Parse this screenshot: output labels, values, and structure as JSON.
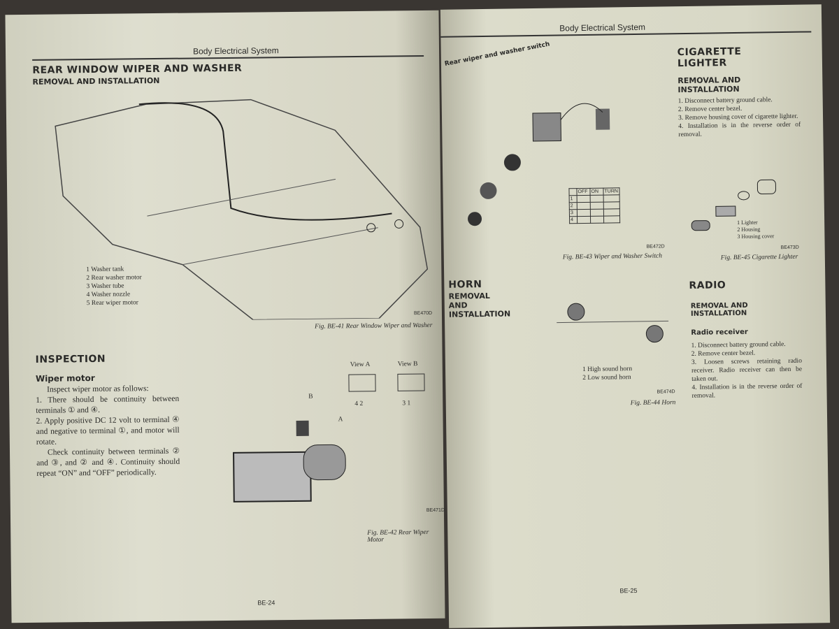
{
  "left_page": {
    "header": "Body Electrical System",
    "title": "REAR WINDOW WIPER AND WASHER",
    "subtitle": "REMOVAL AND INSTALLATION",
    "fig41_legend": [
      "1  Washer tank",
      "2  Rear washer motor",
      "3  Washer tube",
      "4  Washer nozzle",
      "5  Rear wiper motor"
    ],
    "fig41_code": "BE470D",
    "fig41_caption": "Fig. BE-41  Rear Window Wiper and Washer",
    "inspection_heading": "INSPECTION",
    "wiper_motor_heading": "Wiper motor",
    "inspection_text": [
      "Inspect wiper motor as follows:",
      "1.  There should be continuity between terminals ① and ④.",
      "2.  Apply positive DC 12 volt to terminal ④ and negative to terminal ①, and motor will rotate.",
      "Check continuity between terminals ② and ③, and ② and ④. Continuity should repeat “ON” and “OFF” periodically."
    ],
    "view_a": "View A",
    "view_b": "View B",
    "view_a_terms": "4  2",
    "view_b_terms": "3  1",
    "label_a": "A",
    "label_b": "B",
    "fig42_code": "BE471D",
    "fig42_caption": "Fig. BE-42  Rear Wiper Motor",
    "page_number": "BE-24"
  },
  "right_page": {
    "header": "Body Electrical System",
    "section_switch": "Rear wiper and washer switch",
    "switch_table": {
      "headers": [
        "",
        "OFF",
        "ON",
        "TURN"
      ],
      "rows": [
        "1",
        "2",
        "3",
        "4"
      ]
    },
    "fig43_code": "BE472D",
    "fig43_caption": "Fig. BE-43  Wiper and Washer Switch",
    "horn_heading": "HORN",
    "horn_sub": "REMOVAL AND INSTALLATION",
    "fig44_legend": [
      "1  High sound horn",
      "2  Low sound horn"
    ],
    "fig44_code": "BE474D",
    "fig44_caption": "Fig. BE-44  Horn",
    "cig_heading": "CIGARETTE LIGHTER",
    "cig_sub": "REMOVAL AND INSTALLATION",
    "cig_steps": [
      "1.  Disconnect battery ground cable.",
      "2.  Remove center bezel.",
      "3.  Remove housing cover of cigarette lighter.",
      "4.  Installation is in the reverse order of removal."
    ],
    "fig45_legend": [
      "1  Lighter",
      "2  Housing",
      "3  Housing cover"
    ],
    "fig45_code": "BE473D",
    "fig45_caption": "Fig. BE-45  Cigarette Lighter",
    "radio_heading": "RADIO",
    "radio_sub": "REMOVAL AND INSTALLATION",
    "radio_receiver": "Radio receiver",
    "radio_steps": [
      "1.  Disconnect battery ground cable.",
      "2.  Remove center bezel.",
      "3.  Loosen screws retaining radio receiver. Radio receiver can then be taken out.",
      "4.  Installation is in the reverse order of removal."
    ],
    "page_number": "BE-25"
  }
}
